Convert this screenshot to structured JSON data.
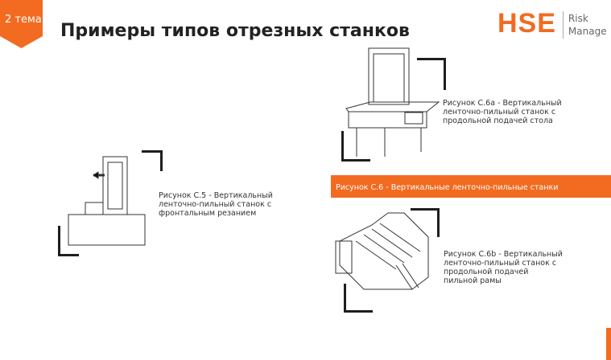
{
  "topic_tag": "2 тема",
  "title": "Примеры типов отрезных станков",
  "logo": {
    "brand": "HSE",
    "line1": "Risk",
    "line2": "Manage"
  },
  "figures": [
    {
      "caption": "Рисунок С.5 - Вертикальный ленточно-пильный станок с фронтальным резанием"
    },
    {
      "caption": "Рисунок С.6а - Вертикальный ленточно-пильный станок с продольной подачей стола"
    },
    {
      "caption": "Рисунок С.6b - Вертикальный ленточно-пильный станок с продольной подачей пильной рамы"
    }
  ],
  "group_caption": "Рисунок С.6 - Вертикальные ленточно-пильные станки",
  "colors": {
    "accent": "#f26b21"
  }
}
